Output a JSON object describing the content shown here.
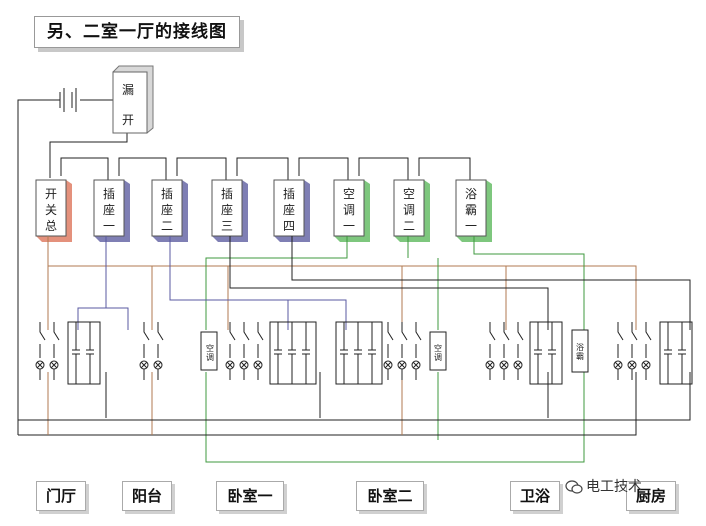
{
  "title": "另、二室一厅的接线图",
  "leakage_breaker": {
    "label_top": "漏",
    "label_bottom": "开"
  },
  "breakers": [
    {
      "id": "main",
      "lines": [
        "开",
        "关",
        "总"
      ],
      "accent": "#e4917c"
    },
    {
      "id": "socket1",
      "lines": [
        "插",
        "座",
        "一"
      ],
      "accent": "#7f7fb4"
    },
    {
      "id": "socket2",
      "lines": [
        "插",
        "座",
        "二"
      ],
      "accent": "#7f7fb4"
    },
    {
      "id": "socket3",
      "lines": [
        "插",
        "座",
        "三"
      ],
      "accent": "#7f7fb4"
    },
    {
      "id": "socket4",
      "lines": [
        "插",
        "座",
        "四"
      ],
      "accent": "#7f7fb4"
    },
    {
      "id": "ac1",
      "lines": [
        "空",
        "调",
        "一"
      ],
      "accent": "#7ec77e"
    },
    {
      "id": "ac2",
      "lines": [
        "空",
        "调",
        "二"
      ],
      "accent": "#7ec77e"
    },
    {
      "id": "bath_heater",
      "lines": [
        "浴",
        "霸",
        "一"
      ],
      "accent": "#7ec77e"
    }
  ],
  "device_labels": {
    "ac_bedroom1": "空调",
    "ac_bedroom2": "空调",
    "bath_heater": "浴霸"
  },
  "rooms": [
    "门厅",
    "阳台",
    "卧室一",
    "卧室二",
    "卫浴",
    "厨房"
  ],
  "watermark": "电工技术",
  "colors": {
    "neutral_brown": "#b07a50",
    "ground_green": "#3f9a3f",
    "socket_blue": "#5a5aa0",
    "wire_black": "#222222"
  }
}
